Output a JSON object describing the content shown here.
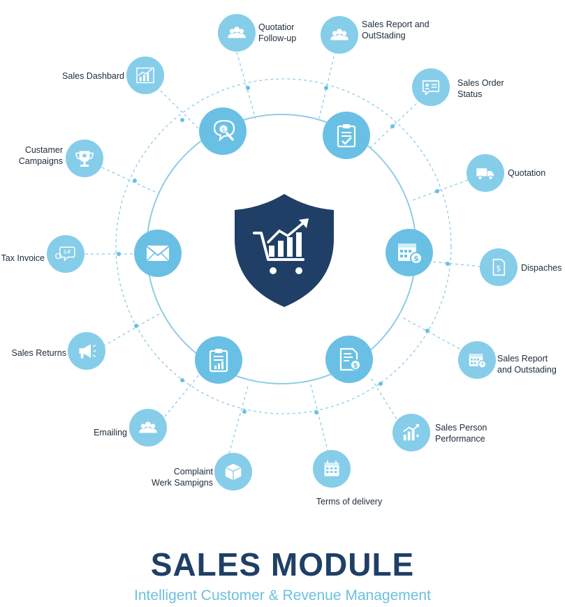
{
  "title": "SALES MODULE",
  "subtitle": "Intelligent Customer & Revenue Management",
  "colors": {
    "node": "#86cdea",
    "node_inner": "#6ac0e4",
    "ring": "#8fcde6",
    "shield": "#1f3f66",
    "title": "#1f3f66",
    "subtitle": "#6cc0e0",
    "label": "#1e2b3a"
  },
  "center": {
    "icon": "shield-cart-chart-icon"
  },
  "inner_nodes": [
    {
      "id": "n1",
      "icon": "search-magnifier-icon"
    },
    {
      "id": "n2",
      "icon": "clipboard-check-icon"
    },
    {
      "id": "n3",
      "icon": "calendar-dollar-icon"
    },
    {
      "id": "n4",
      "icon": "invoice-dollar-icon"
    },
    {
      "id": "n5",
      "icon": "clipboard-chart-icon"
    },
    {
      "id": "n6",
      "icon": "envelope-icon"
    }
  ],
  "outer_nodes": [
    {
      "id": "o1",
      "label": "Quotatior\nFollow-up",
      "icon": "group-icon"
    },
    {
      "id": "o2",
      "label": "Sales Report and\nOutStading",
      "icon": "group-icon"
    },
    {
      "id": "o3",
      "label": "Sales Order\nStatus",
      "icon": "id-card-chat-icon"
    },
    {
      "id": "o4",
      "label": "Quotation",
      "icon": "truck-icon"
    },
    {
      "id": "o5",
      "label": "Dispaches",
      "icon": "document-dollar-icon"
    },
    {
      "id": "o6",
      "label": "Sales Report\nand Outstading",
      "icon": "calendar-clock-icon"
    },
    {
      "id": "o7",
      "label": "Sales Person\nPerformance",
      "icon": "growth-chart-icon"
    },
    {
      "id": "o8",
      "label": "Terms of delivery",
      "icon": "calendar-icon"
    },
    {
      "id": "o9",
      "label": "Complaint\nWerk Sampigns",
      "icon": "box-icon"
    },
    {
      "id": "o10",
      "label": "Emailing",
      "icon": "group-icon"
    },
    {
      "id": "o11",
      "label": "Sales Returns",
      "icon": "megaphone-icon"
    },
    {
      "id": "o12",
      "label": "Tax Invoice",
      "icon": "speech-bubble-icon"
    },
    {
      "id": "o13",
      "label": "Custamer\nCampaigns",
      "icon": "trophy-icon"
    },
    {
      "id": "o14",
      "label": "Sales Dashbard",
      "icon": "line-chart-icon"
    }
  ]
}
